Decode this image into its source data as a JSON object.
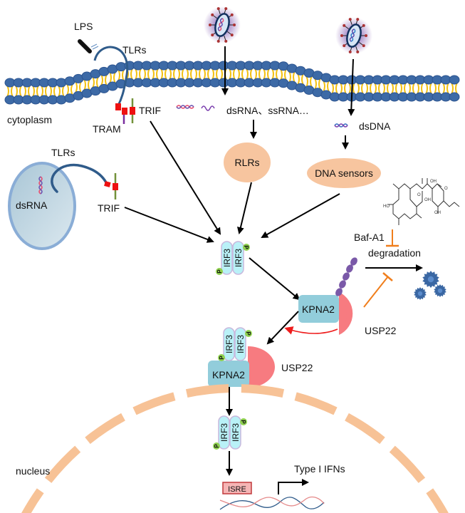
{
  "labels": {
    "lps": "LPS",
    "tlrs_top": "TLRs",
    "trif_top": "TRIF",
    "tram": "TRAM",
    "cytoplasm": "cytoplasm",
    "rna_species": "dsRNA、ssRNA…",
    "dsdna": "dsDNA",
    "rlrs": "RLRs",
    "dna_sensors": "DNA sensors",
    "tlrs_endosome": "TLRs",
    "endosome_dsrna": "dsRNA",
    "trif_endosome": "TRIF",
    "irf3": "IRF3",
    "phospho": "P",
    "baf_a1": "Baf-A1",
    "degradation": "degradation",
    "kpna2": "KPNA2",
    "usp22": "USP22",
    "nucleus": "nucleus",
    "isre": "ISRE",
    "type_i_ifns": "Type I IFNs"
  },
  "colors": {
    "membrane_head": "#3d6aa6",
    "membrane_head_dark": "#2c5490",
    "lipid_tail": "#f2c014",
    "sensor_fill": "#f7c59f",
    "irf3_fill": "#b9f1f7",
    "irf3_stroke": "#c8b8dd",
    "phospho": "#8fd14f",
    "kpna2": "#92cddb",
    "usp22": "#f77b80",
    "ubiquitin": "#7a59a8",
    "nuclear_envelope": "#f7c296",
    "inhibition": "#f07e1c",
    "deub_arrow": "#ee1c1c",
    "isre_fill": "#f5b5b5",
    "isre_stroke": "#c0393b",
    "endosome_fill": "#b5cfdd",
    "endosome_stroke": "#8aadd6",
    "tlr": "#2f5b8a",
    "trif_red": "#ee1111",
    "trif_bar": "#73923a",
    "tram_bar": "#7a2e9e",
    "degraded": "#3a67a3"
  }
}
